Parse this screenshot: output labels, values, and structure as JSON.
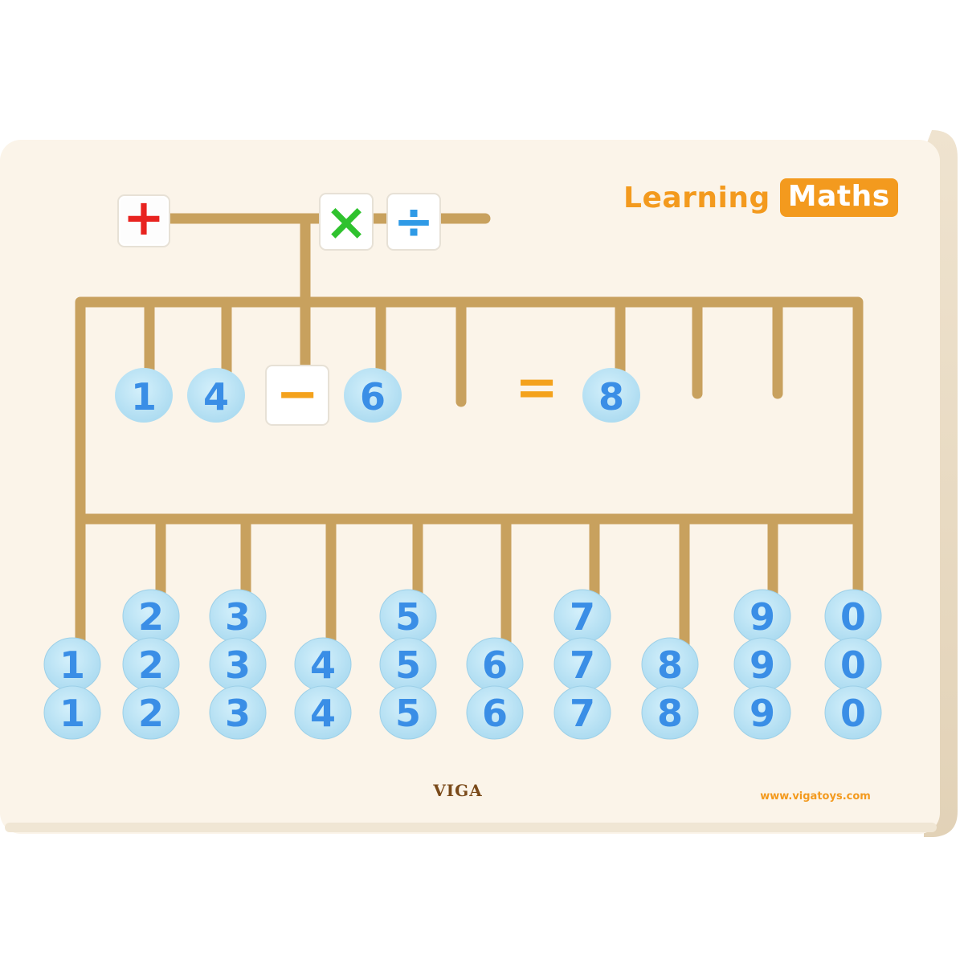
{
  "title": {
    "word": "Learning",
    "highlight": "Maths"
  },
  "brand": "VIGA",
  "url": "www.vigatoys.com",
  "colors": {
    "board": "#fbf4e9",
    "track": "#c8a15e",
    "bead": "#b7e3f6",
    "digit": "#3a8ee6",
    "plus": "#e8231f",
    "times": "#2fc22e",
    "divide": "#2f9ae6",
    "minus": "#f4a21c",
    "equals": "#f4a21c"
  },
  "operators": {
    "plus": "+",
    "times": "×",
    "divide": "÷",
    "minus": "−",
    "equals": "="
  },
  "equation": [
    "1",
    "4",
    "−",
    "6",
    "=",
    "8"
  ],
  "columns": [
    {
      "digit": "1",
      "count": 2
    },
    {
      "digit": "2",
      "count": 3
    },
    {
      "digit": "3",
      "count": 3
    },
    {
      "digit": "4",
      "count": 2
    },
    {
      "digit": "5",
      "count": 3
    },
    {
      "digit": "6",
      "count": 2
    },
    {
      "digit": "7",
      "count": 3
    },
    {
      "digit": "8",
      "count": 2
    },
    {
      "digit": "9",
      "count": 3
    },
    {
      "digit": "0",
      "count": 3
    }
  ]
}
